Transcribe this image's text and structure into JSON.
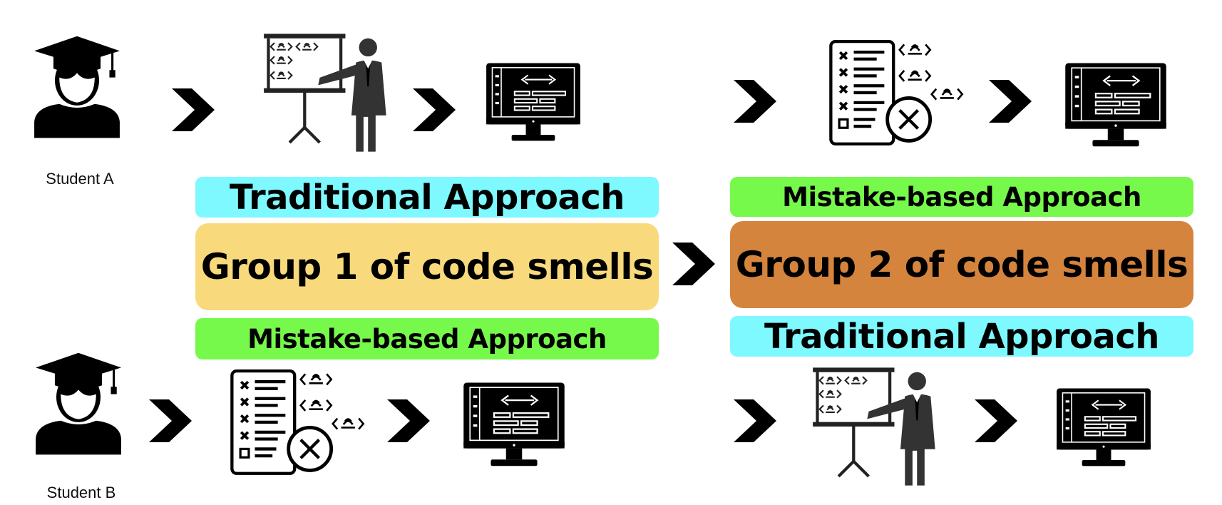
{
  "students": {
    "a": {
      "label": "Student A"
    },
    "b": {
      "label": "Student B"
    }
  },
  "groups": {
    "group1": {
      "label": "Group 1 of code smells",
      "color": "#F8DA7C"
    },
    "group2": {
      "label": "Group 2 of code smells",
      "color": "#D5843D"
    }
  },
  "approaches": {
    "top_left": {
      "label": "Traditional Approach",
      "color": "#7DF9FF"
    },
    "top_right": {
      "label": "Mistake-based Approach",
      "color": "#77F94C"
    },
    "bottom_left": {
      "label": "Mistake-based Approach",
      "color": "#77F94C"
    },
    "bottom_right": {
      "label": "Traditional Approach",
      "color": "#7DF9FF"
    }
  },
  "icons": {
    "student": "graduate-student-icon",
    "teacher": "teacher-presentation-icon",
    "checklist": "mistake-checklist-icon",
    "computer": "computer-code-icon",
    "arrow": "chevron-right-icon"
  }
}
